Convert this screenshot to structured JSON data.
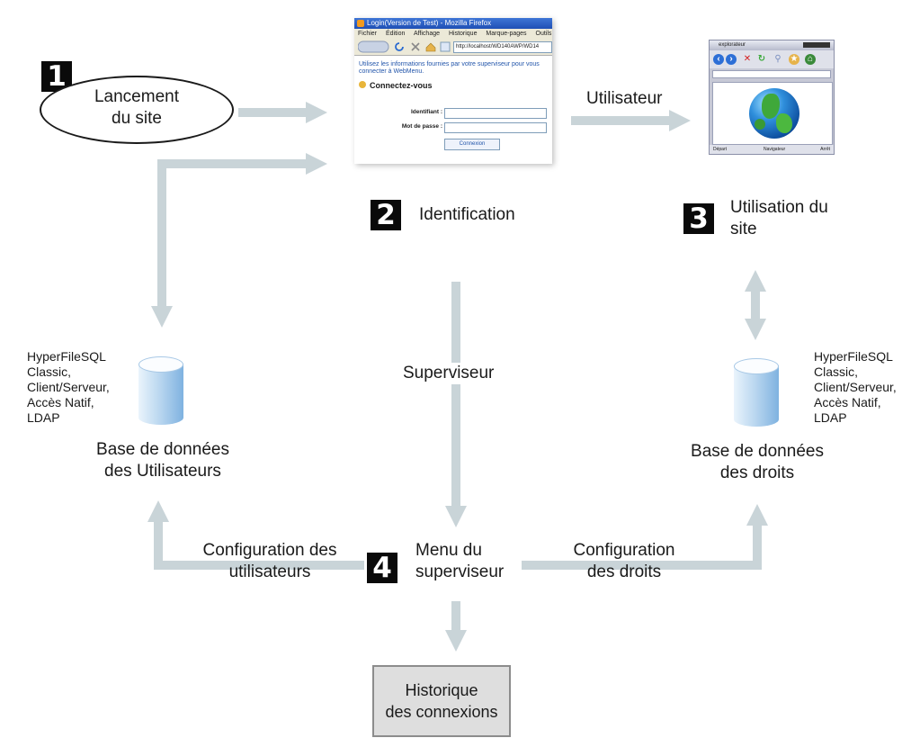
{
  "colors": {
    "arrow": "#c9d4d8",
    "badge": "#0a0a0a",
    "history_box": "#dedede"
  },
  "steps": {
    "one": {
      "number": "1",
      "label_line1": "Lancement",
      "label_line2": "du site"
    },
    "two": {
      "number": "2",
      "label": "Identification"
    },
    "three": {
      "number": "3",
      "label_line1": "Utilisation du",
      "label_line2": "site"
    },
    "four": {
      "number": "4",
      "label_line1": "Menu du",
      "label_line2": "superviseur"
    }
  },
  "arrows": {
    "utilisateur": "Utilisateur",
    "superviseur": "Superviseur",
    "config_users_line1": "Configuration des",
    "config_users_line2": "utilisateurs",
    "config_rights_line1": "Configuration",
    "config_rights_line2": "des droits"
  },
  "databases": {
    "users": {
      "name_line1": "Base de données",
      "name_line2": "des Utilisateurs",
      "types": [
        "HyperFileSQL",
        "Classic,",
        "Client/Serveur,",
        "Accès Natif,",
        "LDAP"
      ]
    },
    "rights": {
      "name_line1": "Base de données",
      "name_line2": "des droits",
      "types": [
        "HyperFileSQL",
        "Classic,",
        "Client/Serveur,",
        "Accès Natif,",
        "LDAP"
      ]
    }
  },
  "history": {
    "line1": "Historique",
    "line2": "des connexions"
  },
  "login_window": {
    "title": "Login(Version de Test) - Mozilla Firefox",
    "menu": [
      "Fichier",
      "Édition",
      "Affichage",
      "Historique",
      "Marque-pages",
      "Outils",
      "?"
    ],
    "url": "http://localhost/WD140AWP/WD14",
    "info": "Utilisez les informations fournies par votre superviseur pour vous connecter à WebMenu.",
    "heading": "Connectez-vous",
    "identifiant_label": "Identifiant :",
    "password_label": "Mot de passe :",
    "button": "Connexion"
  },
  "explorer_window": {
    "title": "explorateur",
    "status_left": "Départ",
    "status_mid": "Navigateur",
    "status_right": "Arrêt"
  },
  "icons": [
    "lock-icon",
    "back-icon",
    "reload-icon",
    "stop-icon",
    "home-icon",
    "globe-icon",
    "database-icon"
  ]
}
